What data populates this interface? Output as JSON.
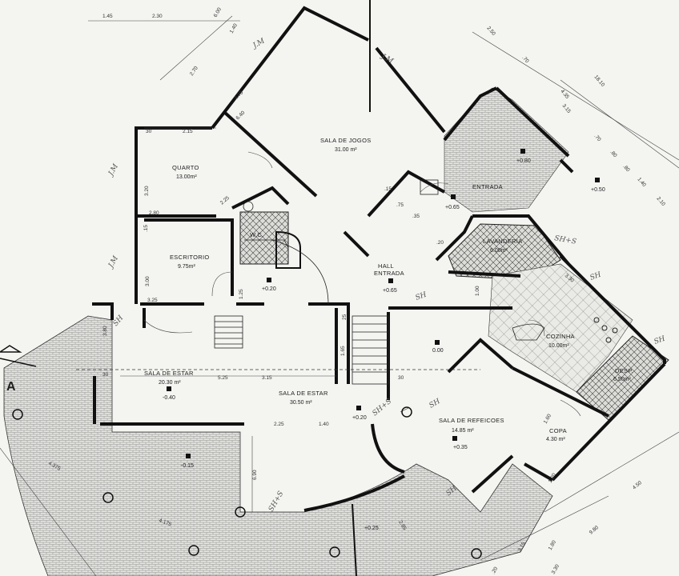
{
  "rooms": {
    "sala_jogos": {
      "name": "SALA DE JOGOS",
      "area": "31.00 m²"
    },
    "quarto": {
      "name": "QUARTO",
      "area": "13.00m²"
    },
    "escritorio": {
      "name": "ESCRITORIO",
      "area": "9.75m²"
    },
    "entrada": {
      "name": "ENTRADA"
    },
    "hall": {
      "name": "HALL",
      "name2": "ENTRADA",
      "level": "+0.65"
    },
    "sala_estar_1": {
      "name": "SALA DE ESTAR",
      "area": "20.30 m²",
      "level": "-0.40"
    },
    "sala_estar_2": {
      "name": "SALA DE ESTAR",
      "area": "30.50 m²"
    },
    "sala_refeicoes": {
      "name": "SALA DE REFEICOES",
      "area": "14.85 m²",
      "level": "+0.35"
    },
    "copa": {
      "name": "COPA",
      "area": "4.30 m²"
    },
    "cozinha": {
      "name": "COZINHA",
      "area": "10.00m²"
    },
    "desp": {
      "name": "DESP.",
      "area": "6.50m²"
    },
    "lavanderia": {
      "name": "LAVANDERIA",
      "area": "6.00m²"
    },
    "wc": {
      "name": "W.C."
    }
  },
  "levels": {
    "entrada": "+0.80",
    "ext_right": "+0.50",
    "hall_top": "+0.65",
    "escritorio_door": "+0.20",
    "stair_base": "0.00",
    "estar_center": "+0.20",
    "terrace": "-0.15",
    "bottom": "+0.25"
  },
  "dimensions": {
    "top": [
      "1.45",
      "2.30",
      "6.00",
      "1.40",
      "2.70",
      "4.70",
      "6.40"
    ],
    "quarto": [
      "30",
      "2.15",
      "3.20",
      "2.80",
      ".15"
    ],
    "escritorio": [
      "3.00",
      "3.25",
      "1.25",
      "2.25"
    ],
    "stair": [
      "1.65",
      "25",
      "30",
      ".15",
      ".75",
      ".35",
      ".20"
    ],
    "estar": [
      "3.80",
      "30",
      "5.25",
      "3.15",
      "2.25",
      "6.90",
      "1.40"
    ],
    "right": [
      "2.50",
      ".70",
      "4.35",
      "18.10",
      "3.15",
      ".70",
      ".80",
      ".80",
      "1.40",
      "2.10",
      "1.00",
      "3.30"
    ],
    "bottom_right": [
      "4.50",
      "9.80",
      "3.15",
      "1.80",
      "3.30",
      ".20",
      "1.20",
      "1.60"
    ],
    "left": [
      "4.375",
      "4.175",
      "2.85"
    ]
  },
  "marks": {
    "section": "A"
  },
  "annotations": [
    "J.M",
    "J.M",
    "J.M",
    "J.M",
    "SH",
    "SH",
    "SH",
    "SH",
    "SH+S",
    "SH+S",
    "SH",
    "SH+S",
    "SH"
  ]
}
